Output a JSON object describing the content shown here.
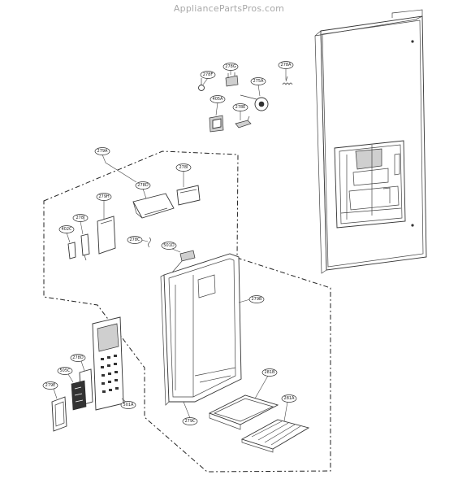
{
  "watermark": "AppliancePartsPros.com",
  "callouts": [
    {
      "id": "278F",
      "label": "278F"
    },
    {
      "id": "278G",
      "label": "278G"
    },
    {
      "id": "278A",
      "label": "278A"
    },
    {
      "id": "275A",
      "label": "275A"
    },
    {
      "id": "405A",
      "label": "405A"
    },
    {
      "id": "278E",
      "label": "278E"
    },
    {
      "id": "279A",
      "label": "279A"
    },
    {
      "id": "278I",
      "label": "278I"
    },
    {
      "id": "278D",
      "label": "278D"
    },
    {
      "id": "279H",
      "label": "279H"
    },
    {
      "id": "278J",
      "label": "278J"
    },
    {
      "id": "402C",
      "label": "402C"
    },
    {
      "id": "278C",
      "label": "278C"
    },
    {
      "id": "501D",
      "label": "501D"
    },
    {
      "id": "279B",
      "label": "279B"
    },
    {
      "id": "278D2",
      "label": "278D"
    },
    {
      "id": "505C",
      "label": "505C"
    },
    {
      "id": "279E",
      "label": "279E"
    },
    {
      "id": "501A",
      "label": "501A"
    },
    {
      "id": "281B",
      "label": "281B"
    },
    {
      "id": "281A",
      "label": "281A"
    },
    {
      "id": "279C",
      "label": "279C"
    }
  ]
}
